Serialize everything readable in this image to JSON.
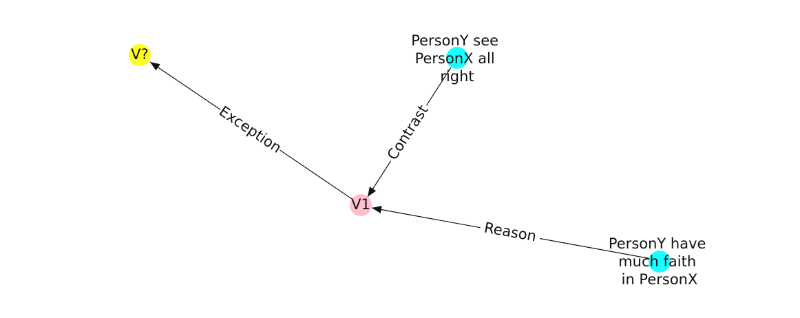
{
  "graph": {
    "nodes": [
      {
        "id": "v_unknown",
        "label": "V?",
        "color": "#ffff1a"
      },
      {
        "id": "v1",
        "label": "V1",
        "color": "#ffc0cb"
      },
      {
        "id": "see",
        "label": "PersonY see PersonX all right",
        "lines": [
          "PersonY see",
          "PersonX all",
          "right"
        ],
        "color": "#1affff"
      },
      {
        "id": "faith",
        "label": "PersonY have much faith in PersonX",
        "lines": [
          "PersonY have",
          "much faith",
          "in PersonX"
        ],
        "color": "#1affff"
      }
    ],
    "edges": [
      {
        "id": "exception",
        "source": "v1",
        "target": "v_unknown",
        "label": "Exception"
      },
      {
        "id": "contrast",
        "source": "see",
        "target": "v1",
        "label": "Contrast"
      },
      {
        "id": "reason",
        "source": "faith",
        "target": "v1",
        "label": "Reason"
      }
    ]
  }
}
